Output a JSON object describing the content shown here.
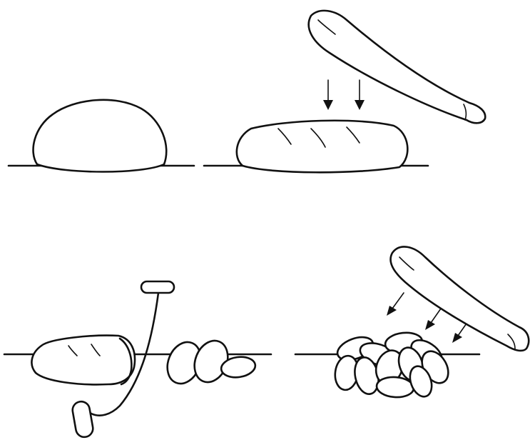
{
  "figure": {
    "colors": {
      "ink": "#111111",
      "background": "#ffffff"
    },
    "panels": [
      {
        "id": "dough-ball"
      },
      {
        "id": "rolling-log"
      },
      {
        "id": "cutting-slices"
      },
      {
        "id": "flattening-pieces"
      }
    ]
  }
}
